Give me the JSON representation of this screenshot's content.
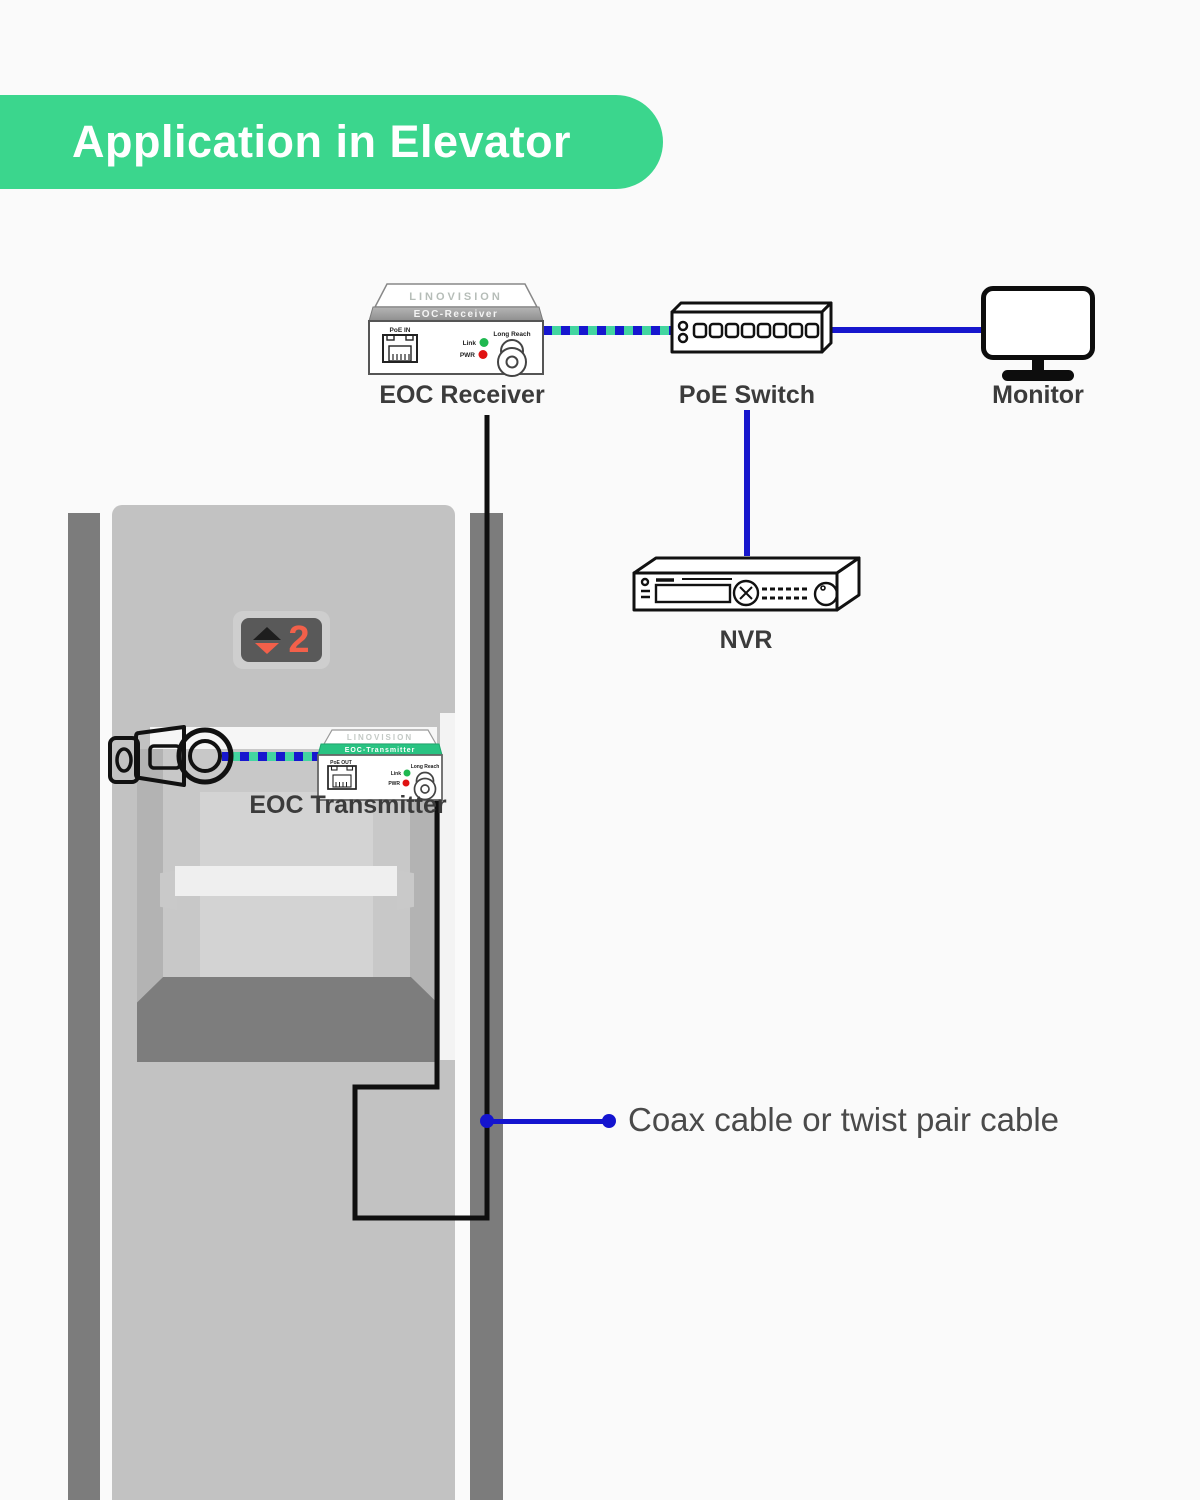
{
  "header": {
    "title": "Application in Elevator"
  },
  "colors": {
    "accent_green": "#3bd68d",
    "cable_blue": "#1616cd",
    "dash_green": "#43d5a0",
    "cable_black": "#0f0f0f",
    "led_green": "#1fb850",
    "led_red": "#e01212",
    "floor_orange": "#f2604a"
  },
  "devices": {
    "receiver": {
      "label": "EOC Receiver",
      "brand": "LINOVISION",
      "model": "EOC-Receiver",
      "port": "PoE IN",
      "led1": "Link",
      "led2": "PWR",
      "connector": "Long Reach"
    },
    "switch": {
      "label": "PoE Switch",
      "port_count": 8
    },
    "monitor": {
      "label": "Monitor"
    },
    "nvr": {
      "label": "NVR"
    },
    "transmitter": {
      "label": "EOC Transmitter",
      "brand": "LINOVISION",
      "model": "EOC-Transmitter",
      "port": "PoE OUT",
      "led1": "Link",
      "led2": "PWR",
      "connector": "Long Reach"
    }
  },
  "elevator": {
    "floor_indicator": "2"
  },
  "callout": {
    "label": "Coax cable or twist pair cable"
  }
}
